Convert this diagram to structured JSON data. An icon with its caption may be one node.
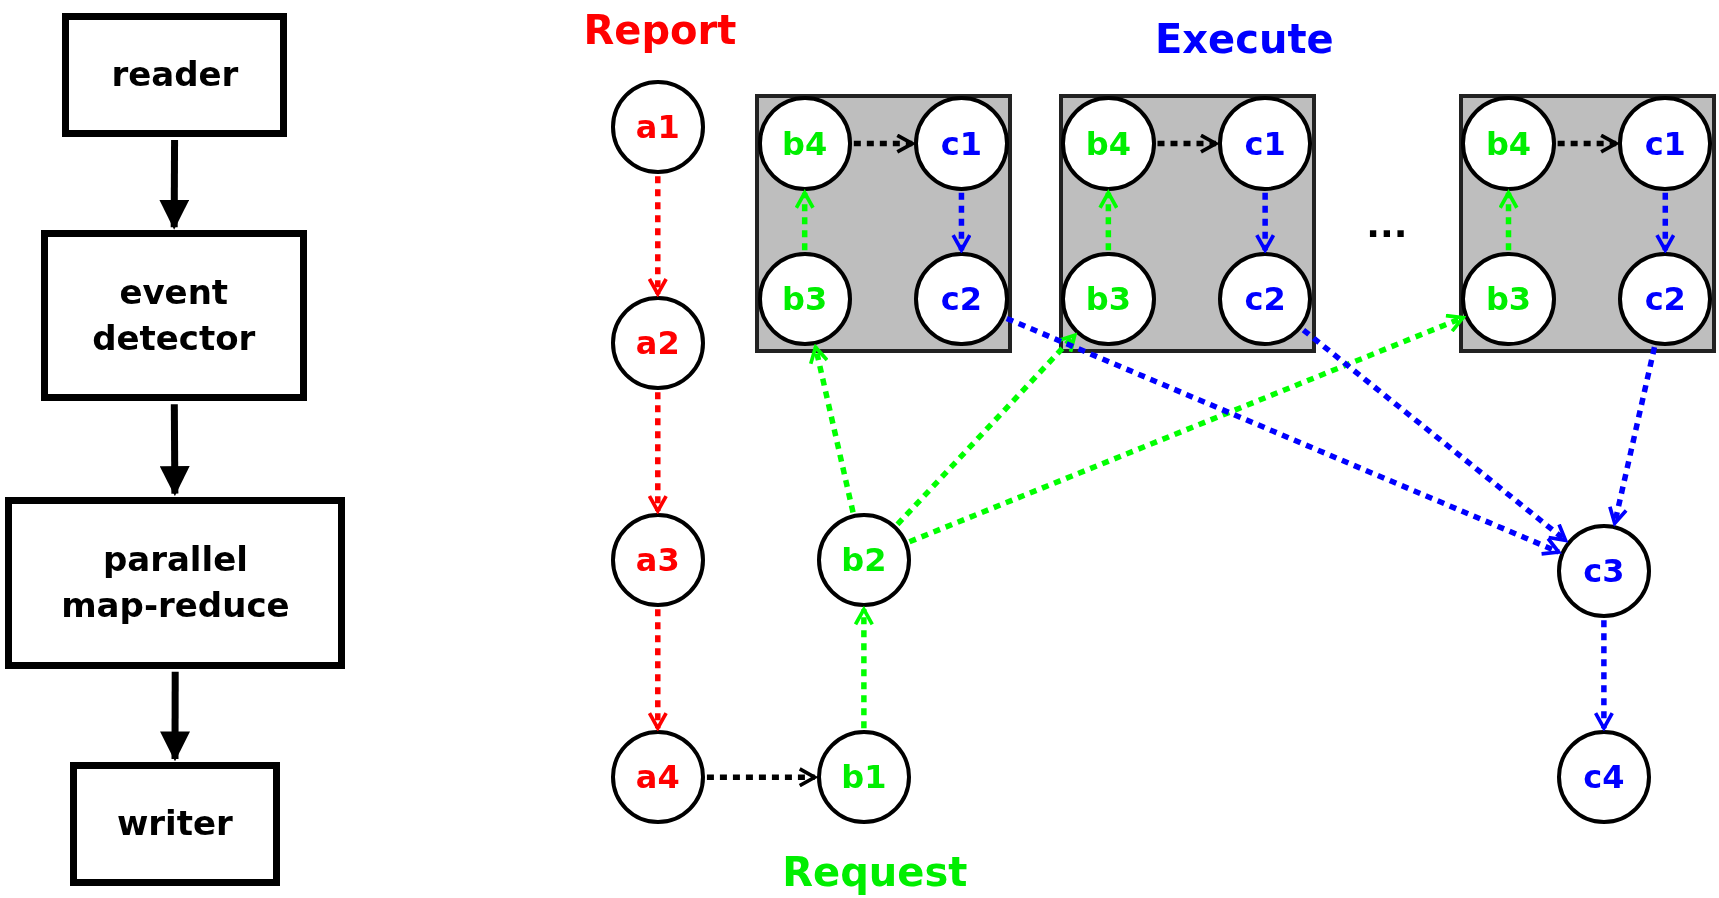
{
  "diagram": {
    "nodes": [
      {
        "text": [
          "reader"
        ]
      },
      {
        "text": [
          "event detector"
        ]
      },
      {
        "text": [
          "parallel map-reduce"
        ]
      },
      {
        "text": [
          "writer"
        ]
      },
      {
        "text": [
          "a1"
        ]
      },
      {
        "text": [
          "a2"
        ]
      },
      {
        "text": [
          "a3"
        ]
      },
      {
        "text": [
          "a4"
        ]
      },
      {
        "text": [
          "b1"
        ]
      },
      {
        "text": [
          "b2"
        ]
      },
      {
        "text": [],
        "shape": "box"
      },
      {
        "text": [
          "b4"
        ],
        "in": 10
      },
      {
        "text": [
          "c1"
        ],
        "in": 10
      },
      {
        "text": [
          "b3"
        ],
        "in": 10
      },
      {
        "text": [
          "c2"
        ],
        "in": 10
      },
      {
        "text": [],
        "shape": "box"
      },
      {
        "text": [
          "b4"
        ],
        "in": 15
      },
      {
        "text": [
          "c1"
        ],
        "in": 15
      },
      {
        "text": [
          "b3"
        ],
        "in": 15
      },
      {
        "text": [
          "c2"
        ],
        "in": 15
      },
      {
        "text": [],
        "shape": "box"
      },
      {
        "text": [
          "b4"
        ],
        "in": 20
      },
      {
        "text": [
          "c1"
        ],
        "in": 20
      },
      {
        "text": [
          "b3"
        ],
        "in": 20
      },
      {
        "text": [
          "c2"
        ],
        "in": 20
      },
      {
        "text": [
          "c3"
        ]
      },
      {
        "text": [
          "c4"
        ]
      }
    ],
    "edges": [
      {
        "from": 0,
        "to": 1,
        "arrow": "to"
      },
      {
        "from": 1,
        "to": 2,
        "arrow": "to"
      },
      {
        "from": 2,
        "to": 3,
        "arrow": "to"
      },
      {
        "from": 4,
        "to": 5,
        "arrow": "to",
        "style": "dashed",
        "color": "#ff0000"
      },
      {
        "from": 5,
        "to": 6,
        "arrow": "to",
        "style": "dashed",
        "color": "#ff0000"
      },
      {
        "from": 6,
        "to": 7,
        "arrow": "to",
        "style": "dashed",
        "color": "#ff0000"
      },
      {
        "from": 7,
        "to": 8,
        "arrow": "to",
        "style": "dashed"
      },
      {
        "from": 8,
        "to": 9,
        "arrow": "to",
        "style": "dashed",
        "color": "#00ff00"
      },
      {
        "from": 9,
        "to": 13,
        "arrow": "to",
        "style": "dashed",
        "color": "#00ff00"
      },
      {
        "from": 9,
        "to": 18,
        "arrow": "to",
        "style": "dashed",
        "color": "#00ff00"
      },
      {
        "from": 9,
        "to": 23,
        "arrow": "to",
        "style": "dashed",
        "color": "#00ff00"
      },
      {
        "from": 13,
        "to": 11,
        "arrow": "to",
        "style": "dashed",
        "color": "#00ff00"
      },
      {
        "from": 11,
        "to": 12,
        "arrow": "to",
        "style": "dashed"
      },
      {
        "from": 12,
        "to": 14,
        "arrow": "to",
        "style": "dashed",
        "color": "#0000ff"
      },
      {
        "from": 18,
        "to": 16,
        "arrow": "to",
        "style": "dashed",
        "color": "#00ff00"
      },
      {
        "from": 16,
        "to": 17,
        "arrow": "to",
        "style": "dashed"
      },
      {
        "from": 17,
        "to": 19,
        "arrow": "to",
        "style": "dashed",
        "color": "#0000ff"
      },
      {
        "from": 23,
        "to": 21,
        "arrow": "to",
        "style": "dashed",
        "color": "#00ff00"
      },
      {
        "from": 21,
        "to": 22,
        "arrow": "to",
        "style": "dashed"
      },
      {
        "from": 22,
        "to": 24,
        "arrow": "to",
        "style": "dashed",
        "color": "#0000ff"
      },
      {
        "from": 14,
        "to": 25,
        "arrow": "to",
        "style": "dashed",
        "color": "#0000ff"
      },
      {
        "from": 19,
        "to": 25,
        "arrow": "to",
        "style": "dashed",
        "color": "#0000ff"
      },
      {
        "from": 24,
        "to": 25,
        "arrow": "to",
        "style": "dashed",
        "color": "#0000ff"
      },
      {
        "from": 25,
        "to": 26,
        "arrow": "to",
        "style": "dashed",
        "color": "#0000ff"
      }
    ],
    "labels": [
      "Report",
      "Execute",
      "...",
      "Request"
    ]
  }
}
